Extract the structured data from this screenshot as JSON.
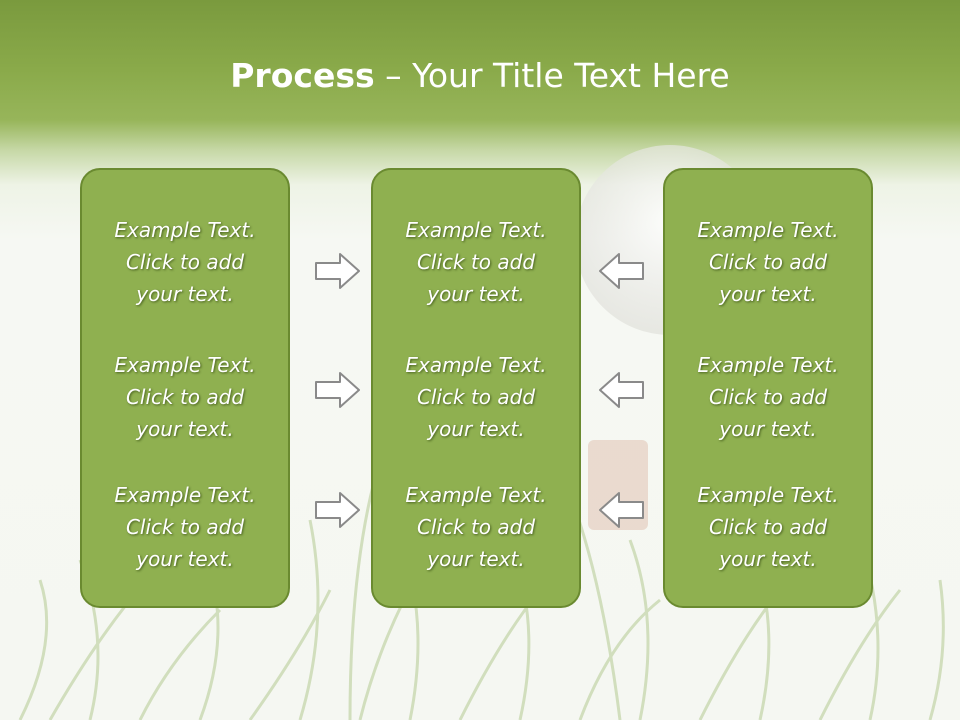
{
  "title": {
    "bold": "Process",
    "rest": " – Your Title Text Here"
  },
  "colors": {
    "box_fill": "#8fb050",
    "box_border": "#6a8a30",
    "header_green": "#8aaa4a",
    "arrow_stroke": "#8a8a8a"
  },
  "columns": [
    {
      "items": [
        {
          "l1": "Example Text.",
          "l2": "Click  to add",
          "l3": "your text."
        },
        {
          "l1": "Example Text.",
          "l2": "Click  to add",
          "l3": "your text."
        },
        {
          "l1": "Example Text.",
          "l2": "Click  to add",
          "l3": "your text."
        }
      ]
    },
    {
      "items": [
        {
          "l1": "Example Text.",
          "l2": "Click  to add",
          "l3": "your text."
        },
        {
          "l1": "Example Text.",
          "l2": "Click  to add",
          "l3": "your text."
        },
        {
          "l1": "Example Text.",
          "l2": "Click  to add",
          "l3": "your text."
        }
      ]
    },
    {
      "items": [
        {
          "l1": "Example Text.",
          "l2": "Click  to add",
          "l3": "your text."
        },
        {
          "l1": "Example Text.",
          "l2": "Click  to add",
          "l3": "your text."
        },
        {
          "l1": "Example Text.",
          "l2": "Click  to add",
          "l3": "your text."
        }
      ]
    }
  ],
  "arrows": {
    "left_group": "arrow-right-icon",
    "right_group": "arrow-left-icon"
  }
}
